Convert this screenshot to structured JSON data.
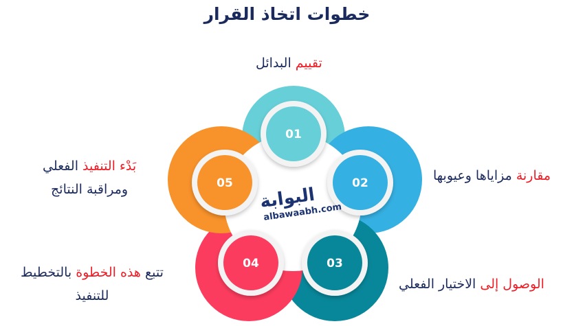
{
  "title": "خطوات اتخاذ القرار",
  "logo": {
    "arabic": "البوابة",
    "latin": "albawaabh.com"
  },
  "steps": [
    {
      "number": "01",
      "color": "#67cfd8",
      "highlight": "تقييم",
      "rest": "البدائل"
    },
    {
      "number": "02",
      "color": "#35b0e2",
      "highlight": "مقارنة",
      "rest": "مزاياها وعيوبها"
    },
    {
      "number": "03",
      "color": "#08879a",
      "highlight": "الوصول إلى",
      "rest": "الاختيار الفعلي"
    },
    {
      "number": "04",
      "color": "#fc3c5e",
      "pre": "تتبع",
      "highlight": "هذه الخطوة",
      "rest": "بالتخطيط",
      "line2": "للتنفيذ"
    },
    {
      "number": "05",
      "color": "#f8922a",
      "highlight": "بَدْء التنفيذ",
      "rest": "الفعلي",
      "line2": "ومراقبة النتائج"
    }
  ],
  "colors": {
    "title": "#1b2a5c",
    "highlight": "#ee1c25",
    "text": "#1b2a5c"
  }
}
